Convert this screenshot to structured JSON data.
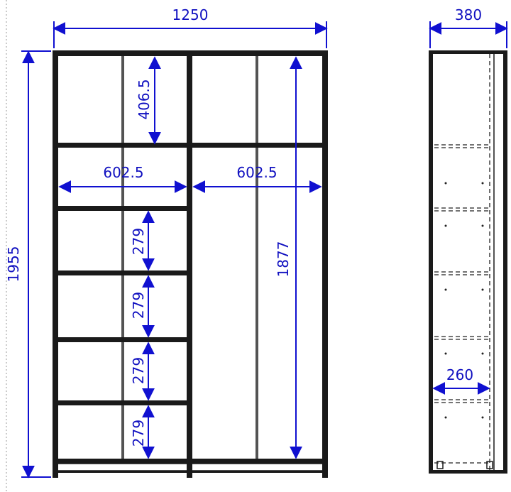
{
  "front_view": {
    "width_label": "1250",
    "height_label": "1955",
    "top_shelf_height_label": "406.5",
    "left_section_width_label": "602.5",
    "right_section_width_label": "602.5",
    "right_section_height_label": "1877",
    "shelf_spacing_labels": [
      "279",
      "279",
      "279",
      "279"
    ]
  },
  "side_view": {
    "depth_label": "380",
    "inner_depth_label": "260"
  },
  "colors": {
    "dimension": "#1010d0",
    "structure": "#1a1a1a"
  }
}
